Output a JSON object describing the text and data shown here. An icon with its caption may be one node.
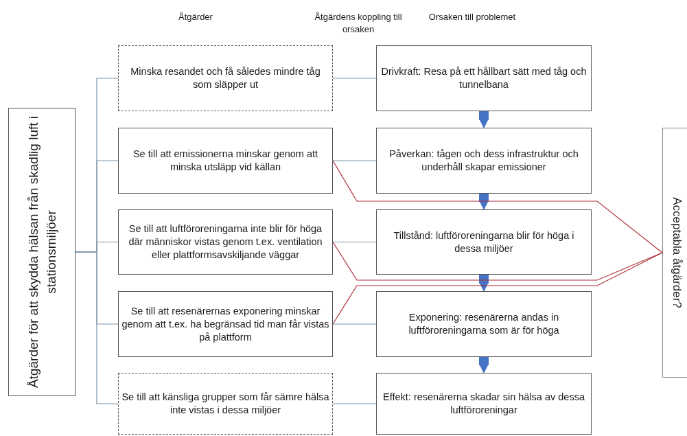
{
  "diagram": {
    "nodes": [
      {
        "text": [
          "Åtgärder för att skydda hälsan från skadlig luft i stationsmiljöer"
        ]
      },
      {
        "text": [
          "Minska resandet och få således mindre tåg som släpper ut"
        ]
      },
      {
        "text": [
          "Se till att emissionerna minskar genom att minska utsläpp vid källan"
        ]
      },
      {
        "text": [
          "Se till att luftföroreningarna inte blir för höga där människor vistas genom t.ex. ventilation eller plattformsavskiljande väggar"
        ]
      },
      {
        "text": [
          "Se till att resenärernas exponering minskar genom att t.ex. ha begränsad tid man får vistas på plattform"
        ]
      },
      {
        "text": [
          "Se till att känsliga grupper som får sämre hälsa inte vistas i dessa miljöer"
        ]
      },
      {
        "text": [
          "Drivkraft: Resa på ett hållbart sätt med tåg och tunnelbana"
        ]
      },
      {
        "text": [
          "Påverkan: tågen och dess infrastruktur och underhåll skapar emissioner"
        ]
      },
      {
        "text": [
          "Tillstånd: luftföroreningarna blir för höga i dessa miljöer"
        ]
      },
      {
        "text": [
          "Exponering: resenärerna andas in luftföroreningarna som är för höga"
        ]
      },
      {
        "text": [
          "Effekt: resenärerna skadar sin hälsa av dessa luftföroreningar"
        ]
      },
      {
        "text": [
          "Acceptabla åtgärder?"
        ]
      }
    ],
    "edges": [
      {
        "from": 0,
        "to": 1,
        "arrow": "none"
      },
      {
        "from": 0,
        "to": 2,
        "arrow": "none"
      },
      {
        "from": 0,
        "to": 3,
        "arrow": "none"
      },
      {
        "from": 0,
        "to": 4,
        "arrow": "none"
      },
      {
        "from": 0,
        "to": 5,
        "arrow": "none"
      },
      {
        "from": 1,
        "to": 6,
        "arrow": "none"
      },
      {
        "from": 2,
        "to": 7,
        "arrow": "none"
      },
      {
        "from": 3,
        "to": 8,
        "arrow": "none"
      },
      {
        "from": 4,
        "to": 9,
        "arrow": "none"
      },
      {
        "from": 5,
        "to": 10,
        "arrow": "none"
      },
      {
        "from": 6,
        "to": 7,
        "arrow": "to",
        "style": "thick",
        "color": "#4472c4"
      },
      {
        "from": 7,
        "to": 8,
        "arrow": "to",
        "style": "thick",
        "color": "#4472c4"
      },
      {
        "from": 8,
        "to": 9,
        "arrow": "to",
        "style": "thick",
        "color": "#4472c4"
      },
      {
        "from": 9,
        "to": 10,
        "arrow": "to",
        "style": "thick",
        "color": "#4472c4"
      },
      {
        "from": 2,
        "to": 11,
        "arrow": "none",
        "color": "#b0303a"
      },
      {
        "from": 3,
        "to": 11,
        "arrow": "none",
        "color": "#b0303a"
      },
      {
        "from": 4,
        "to": 11,
        "arrow": "none",
        "color": "#b0303a"
      }
    ],
    "labels": [
      "Åtgärder",
      "Åtgärdens koppling till orsaken",
      "Orsaken till problemet"
    ]
  }
}
